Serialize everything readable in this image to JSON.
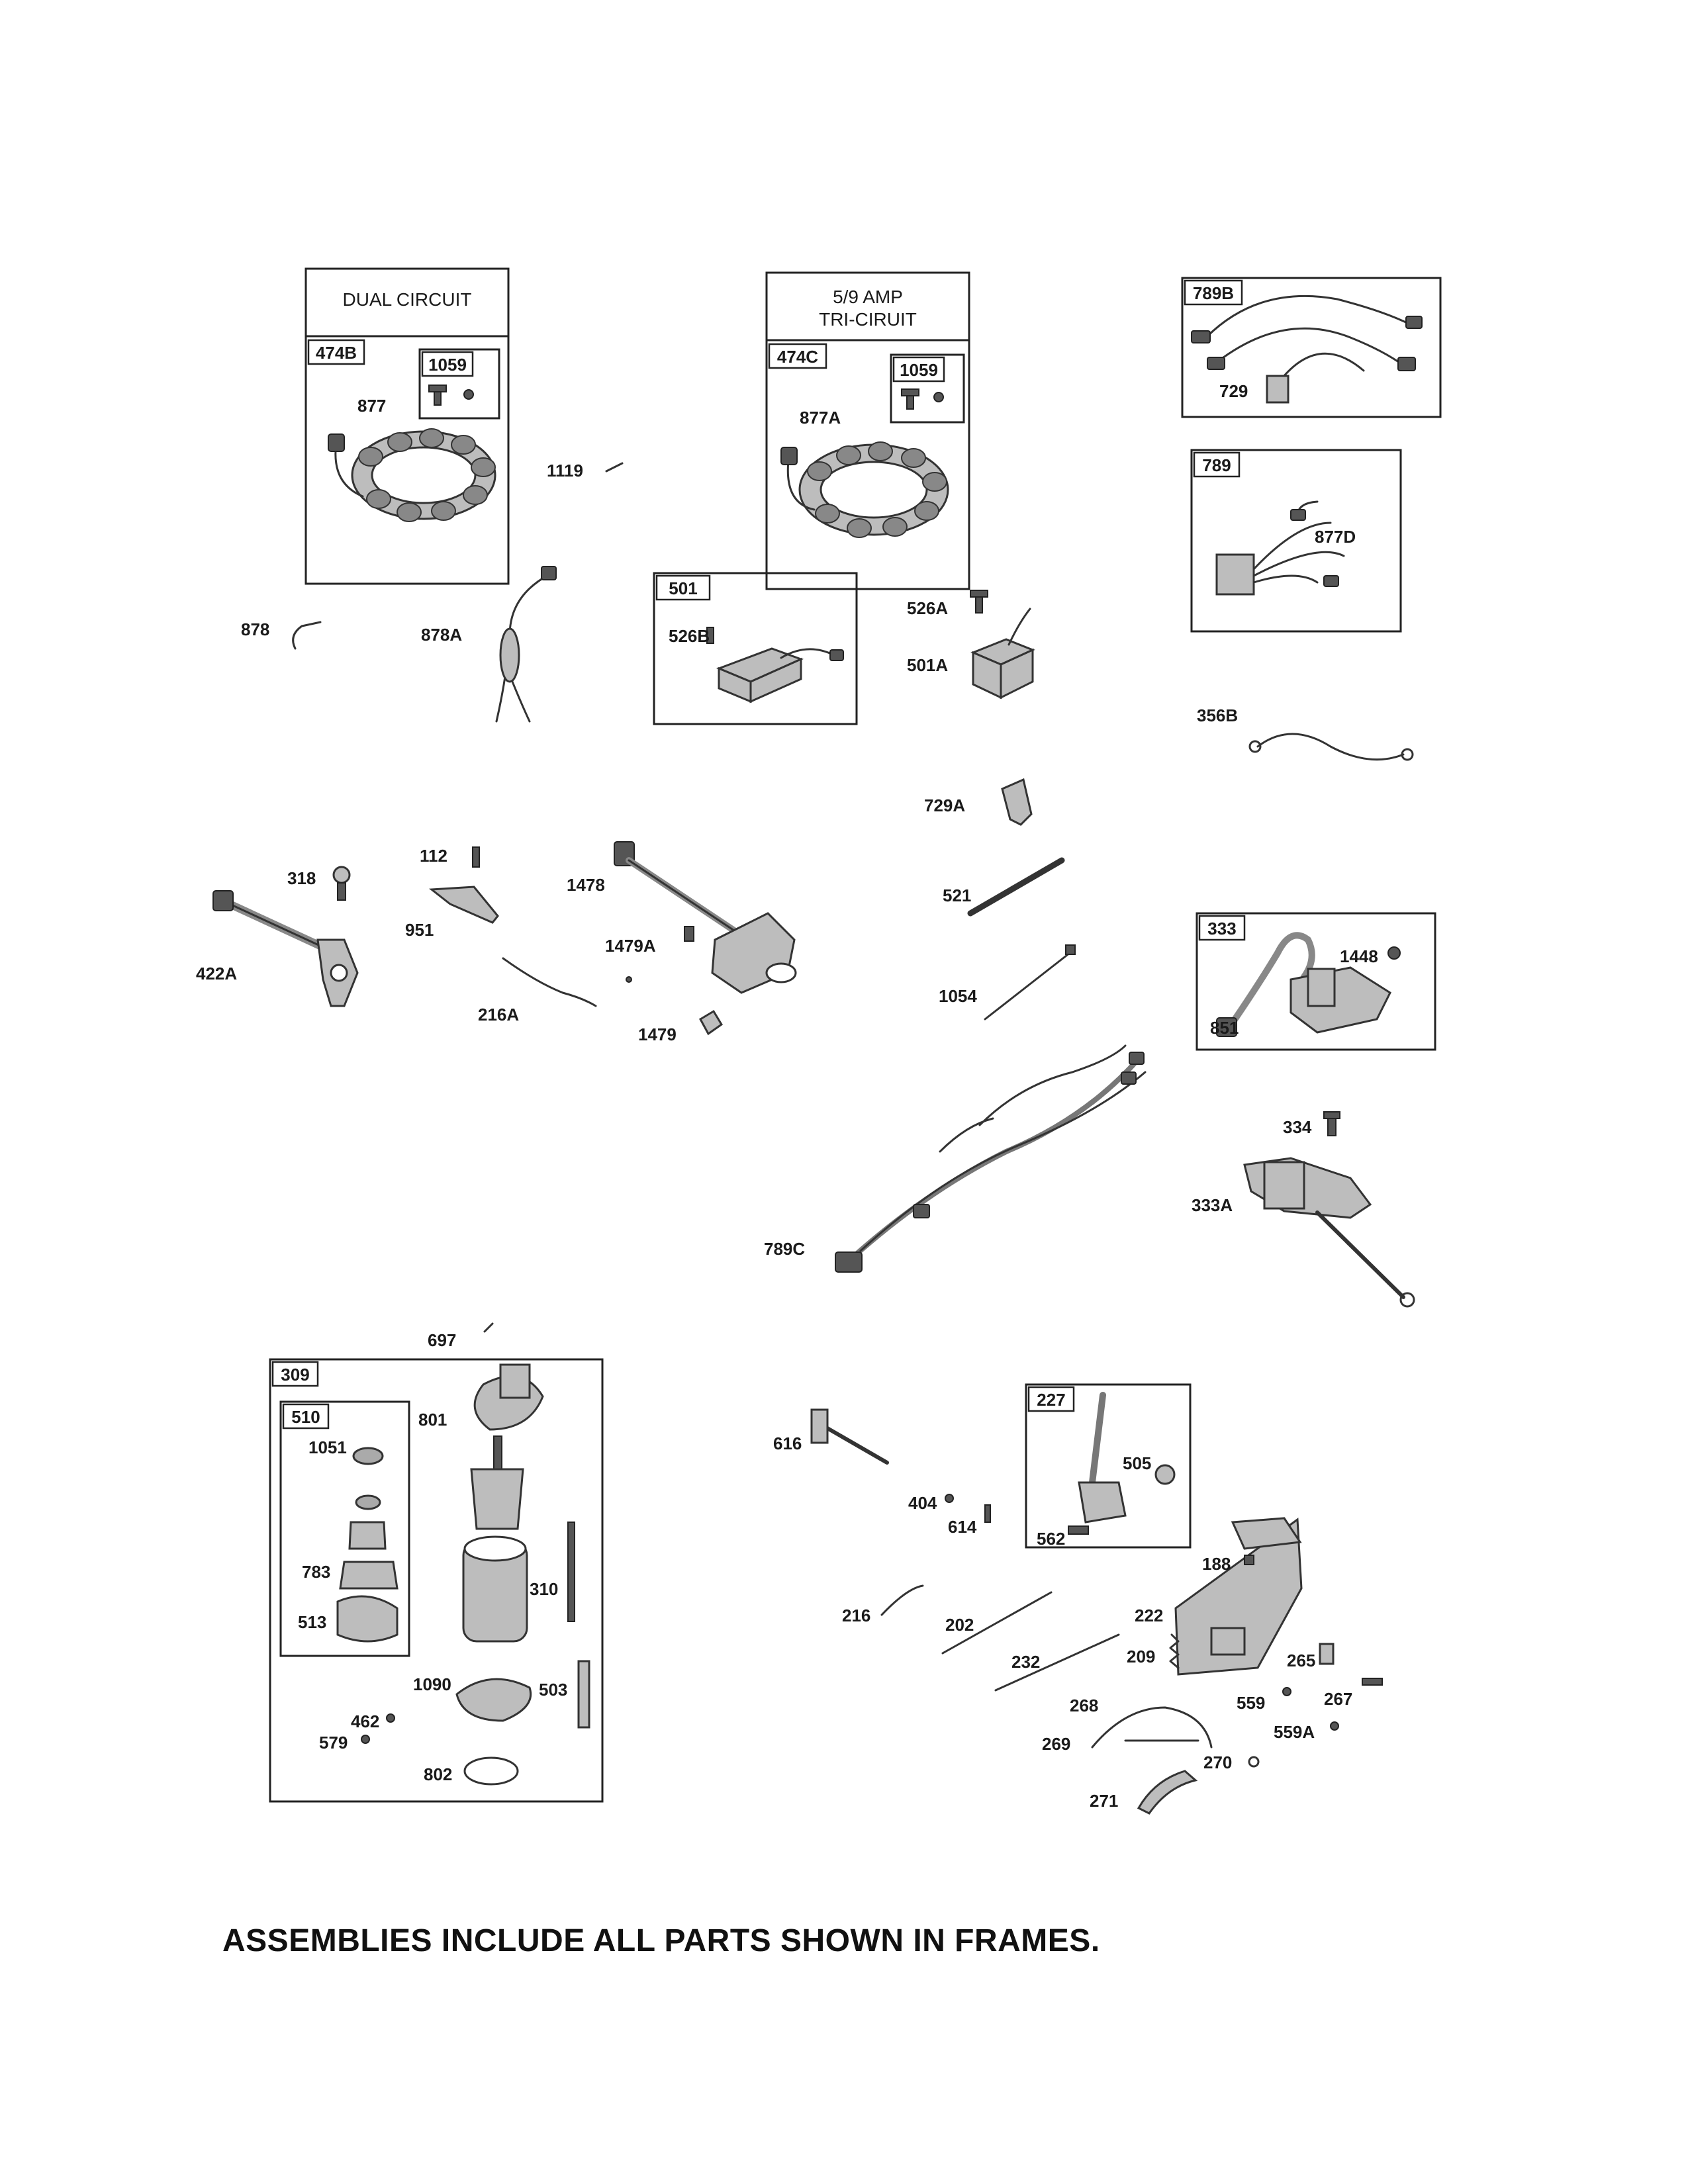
{
  "footer": "ASSEMBLIES INCLUDE ALL PARTS SHOWN IN FRAMES.",
  "frames": [
    {
      "id": "dual-circuit",
      "title": [
        "DUAL CIRCUIT"
      ],
      "tag": "474B",
      "subtag": "1059"
    },
    {
      "id": "tri-circuit",
      "title": [
        "5/9   AMP",
        "TRI-CIRUIT"
      ],
      "tag": "474C",
      "subtag": "1059"
    },
    {
      "id": "frame-789b",
      "tag": "789B"
    },
    {
      "id": "frame-789",
      "tag": "789"
    },
    {
      "id": "frame-501",
      "tag": "501"
    },
    {
      "id": "frame-333",
      "tag": "333"
    },
    {
      "id": "frame-309",
      "tag": "309"
    },
    {
      "id": "frame-510",
      "tag": "510"
    },
    {
      "id": "frame-227",
      "tag": "227"
    }
  ],
  "part_labels": [
    "877",
    "877A",
    "1119",
    "729",
    "877D",
    "878",
    "878A",
    "526B",
    "526A",
    "501A",
    "356B",
    "729A",
    "318",
    "112",
    "1478",
    "951",
    "1479A",
    "422A",
    "216A",
    "1479",
    "521",
    "1054",
    "1448",
    "851",
    "334",
    "333A",
    "789C",
    "697",
    "801",
    "1051",
    "783",
    "513",
    "310",
    "1090",
    "503",
    "462",
    "579",
    "802",
    "616",
    "404",
    "614",
    "505",
    "562",
    "188",
    "216",
    "202",
    "222",
    "232",
    "209",
    "265",
    "559",
    "267",
    "268",
    "269",
    "559A",
    "270",
    "271"
  ]
}
